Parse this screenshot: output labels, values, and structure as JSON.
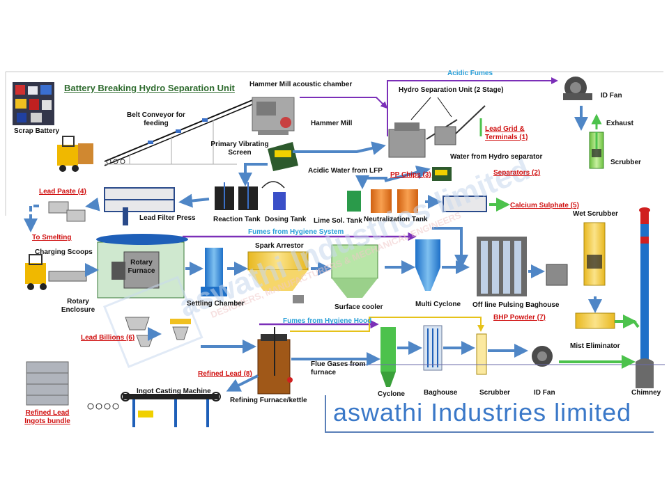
{
  "title": "Battery Breaking Hydro Separation Unit",
  "brand": "aswathi Industries limited",
  "watermark": {
    "company": "aswathi Industries limited",
    "tagline": "DESIGNERS, MANUFACTURERS & MECHANICAL ENGINEERS"
  },
  "labels": {
    "scrap_battery": "Scrap Battery",
    "belt_conveyor": "Belt Conveyor for feeding",
    "hammer_mill_chamber": "Hammer Mill acoustic chamber",
    "hammer_mill": "Hammer Mill",
    "primary_screen": "Primary Vibrating Screen",
    "acidic_fumes": "Acidic Fumes",
    "hydro_separation": "Hydro Separation Unit (2 Stage)",
    "id_fan_top": "ID Fan",
    "exhaust": "Exhaust",
    "scrubber_top": "Scrubber",
    "lead_grid": "Lead Grid & Terminals (1)",
    "water_hydro": "Water from Hydro separator",
    "separators": "Separators (2)",
    "pp_chips": "PP Chips (3)",
    "acidic_water": "Acidic Water from LFP",
    "lead_paste": "Lead Paste (4)",
    "lead_filter_press": "Lead Filter Press",
    "reaction_tank": "Reaction Tank",
    "dosing_tank": "Dosing Tank",
    "lime_tank": "Lime Sol. Tank",
    "neutralization_tank": "Neutralization Tank",
    "calcium_sulphate": "Calcium Sulphate (5)",
    "wet_scrubber": "Wet Scrubber",
    "to_smelting": "To Smelting",
    "fumes_hygiene_system": "Fumes from Hygiene System",
    "charging_scoops": "Charging Scoops",
    "rotary_furnace": "Rotary Furnace",
    "rotary_enclosure": "Rotary Enclosure",
    "settling_chamber": "Settling Chamber",
    "spark_arrestor": "Spark Arrestor",
    "surface_cooler": "Surface cooler",
    "multi_cyclone": "Multi Cyclone",
    "offline_baghouse": "Off line Pulsing Baghouse",
    "bhp_powder": "BHP Powder (7)",
    "mist_eliminator": "Mist Eliminator",
    "lead_billions": "Lead Billions (6)",
    "fumes_hygiene_hood": "Fumes from Hygiene Hood",
    "flue_gases": "Flue Gases from furnace",
    "refined_lead": "Refined Lead (8)",
    "refining_furnace": "Refining Furnace/kettle",
    "ingot_casting": "Ingot Casting  Machine",
    "refined_lead_bundle": "Refined Lead Ingots bundle",
    "cyclone": "Cyclone",
    "baghouse": "Baghouse",
    "scrubber_bottom": "Scrubber",
    "id_fan_bottom": "ID Fan",
    "chimney": "Chimney"
  },
  "colors": {
    "flow_arrow": "#4f86c6",
    "fume_line": "#7b2fb8",
    "hood_line": "#e6c21a",
    "green_flow": "#4cc24c",
    "label_red": "#d01010",
    "label_blue": "#2a9fd8",
    "title_green": "#2e6b2e",
    "brand_blue": "#3a78c8"
  }
}
